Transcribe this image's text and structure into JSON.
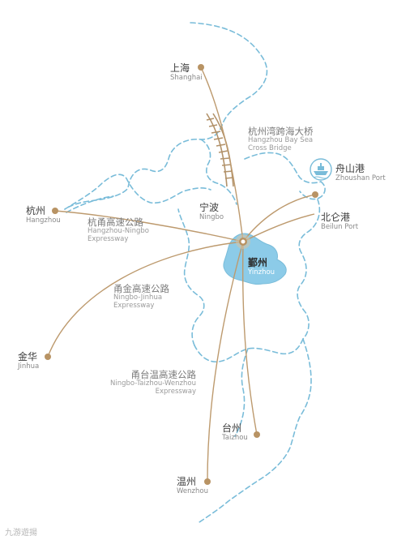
{
  "colors": {
    "coast": "#79bcd9",
    "route": "#bd9a6e",
    "dot": "#b89364",
    "yinzhou_fill": "#8ccbe8",
    "bridge": "#b2926a"
  },
  "cities": {
    "shanghai": {
      "cn": "上海",
      "en": "Shanghai"
    },
    "hangzhou": {
      "cn": "杭州",
      "en": "Hangzhou"
    },
    "ningbo": {
      "cn": "宁波",
      "en": "Ningbo"
    },
    "zhoushan": {
      "cn": "舟山港",
      "en": "Zhoushan Port"
    },
    "beilun": {
      "cn": "北仑港",
      "en": "Beilun Port"
    },
    "yinzhou": {
      "cn": "鄞州",
      "en": "Yinzhou"
    },
    "jinhua": {
      "cn": "金华",
      "en": "Jinhua"
    },
    "taizhou": {
      "cn": "台州",
      "en": "Taizhou"
    },
    "wenzhou": {
      "cn": "温州",
      "en": "Wenzhou"
    }
  },
  "bridge": {
    "cn": "杭州湾跨海大桥",
    "en1": "Hangzhou Bay Sea",
    "en2": "Cross Bridge"
  },
  "roads": {
    "hangyong": {
      "cn": "杭甬高速公路",
      "en1": "Hangzhou-Ningbo",
      "en2": "Expressway"
    },
    "yongjin": {
      "cn": "甬金高速公路",
      "en1": "Ningbo-Jinhua",
      "en2": "Expressway"
    },
    "yongtaiwen": {
      "cn": "甬台温高速公路",
      "en1": "Ningbo-Taizhou-Wenzhou",
      "en2": "Expressway"
    }
  },
  "icons": {
    "port": "ship-icon"
  },
  "watermark": "九游遊揚"
}
